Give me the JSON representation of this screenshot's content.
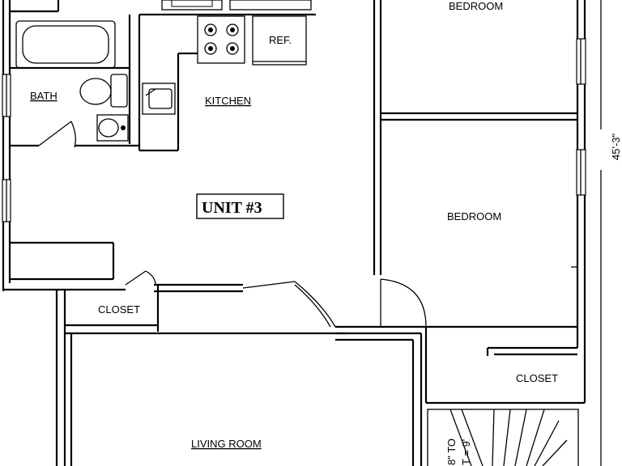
{
  "plan": {
    "unit_title": "UNIT #3",
    "rooms": {
      "bedroom_top": "BEDROOM",
      "bedroom_main": "BEDROOM",
      "bath": "BATH",
      "kitchen": "KITCHEN",
      "ref": "REF.",
      "closet_left": "CLOSET",
      "closet_right": "CLOSET",
      "living_room": "LIVING ROOM"
    },
    "dimension_right": "45'-3\"",
    "stair_note_1": "8\" TO",
    "stair_note_2": "T = 9'"
  }
}
